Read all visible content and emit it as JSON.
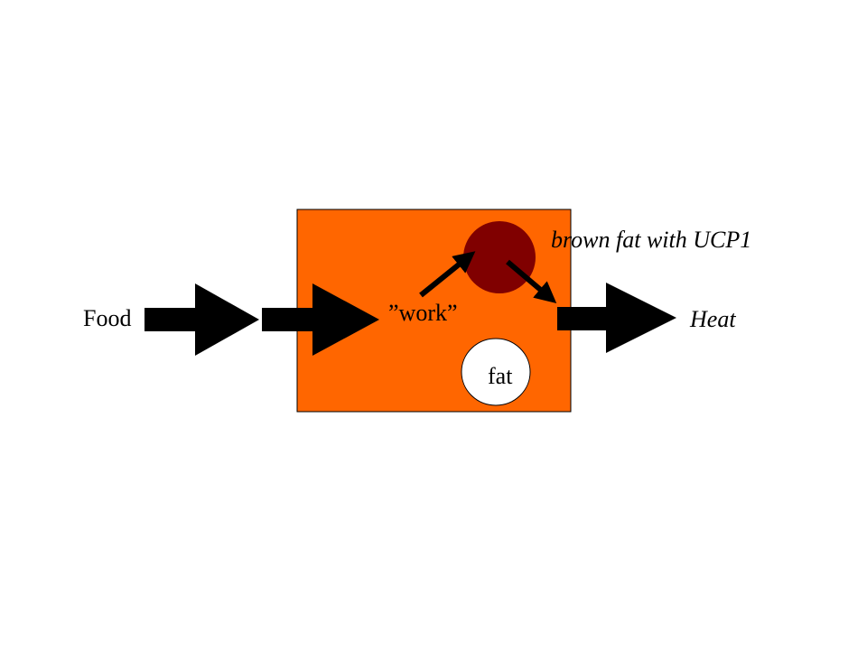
{
  "labels": {
    "food": "Food",
    "work": "”work”",
    "fat": "fat",
    "brown_fat": "brown fat with UCP1",
    "heat": "Heat"
  },
  "colors": {
    "cell_fill": "#ff6600",
    "cell_border": "#000000",
    "brown_fat_circle": "#800000",
    "fat_circle": "#ffffff",
    "arrows": "#000000",
    "background": "#ffffff"
  }
}
